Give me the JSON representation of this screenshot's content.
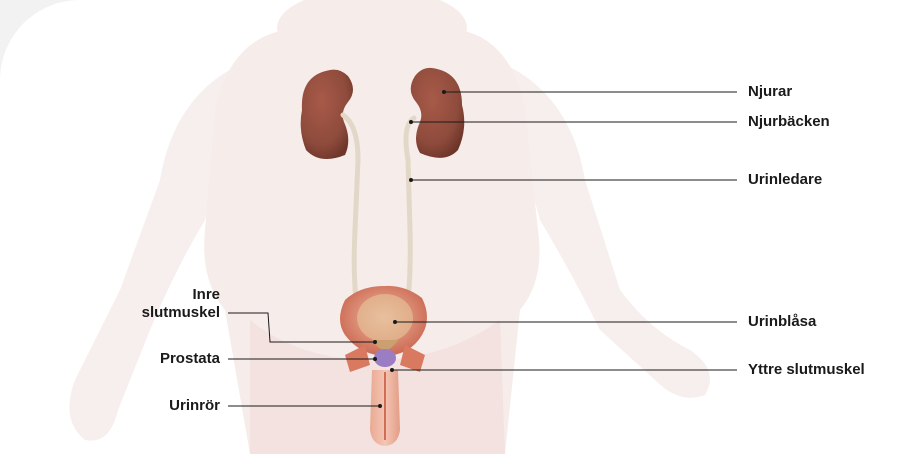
{
  "labels": {
    "njurar": "Njurar",
    "njurbacken": "Njurbäcken",
    "urinledare": "Urinledare",
    "urinblasa": "Urinblåsa",
    "yttre_slutmuskel": "Yttre slutmuskel",
    "inre_slutmuskel_line1": "Inre",
    "inre_slutmuskel_line2": "slutmuskel",
    "prostata": "Prostata",
    "urinror": "Urinrör"
  },
  "colors": {
    "background": "#f2f2f2",
    "body_silhouette": "#f6ecea",
    "kidney": "#8e4b3c",
    "ureter": "#e3d8c7",
    "bladder": "#d9866f",
    "leader_line": "#1a1a1a",
    "label_text": "#1a1a1a"
  }
}
